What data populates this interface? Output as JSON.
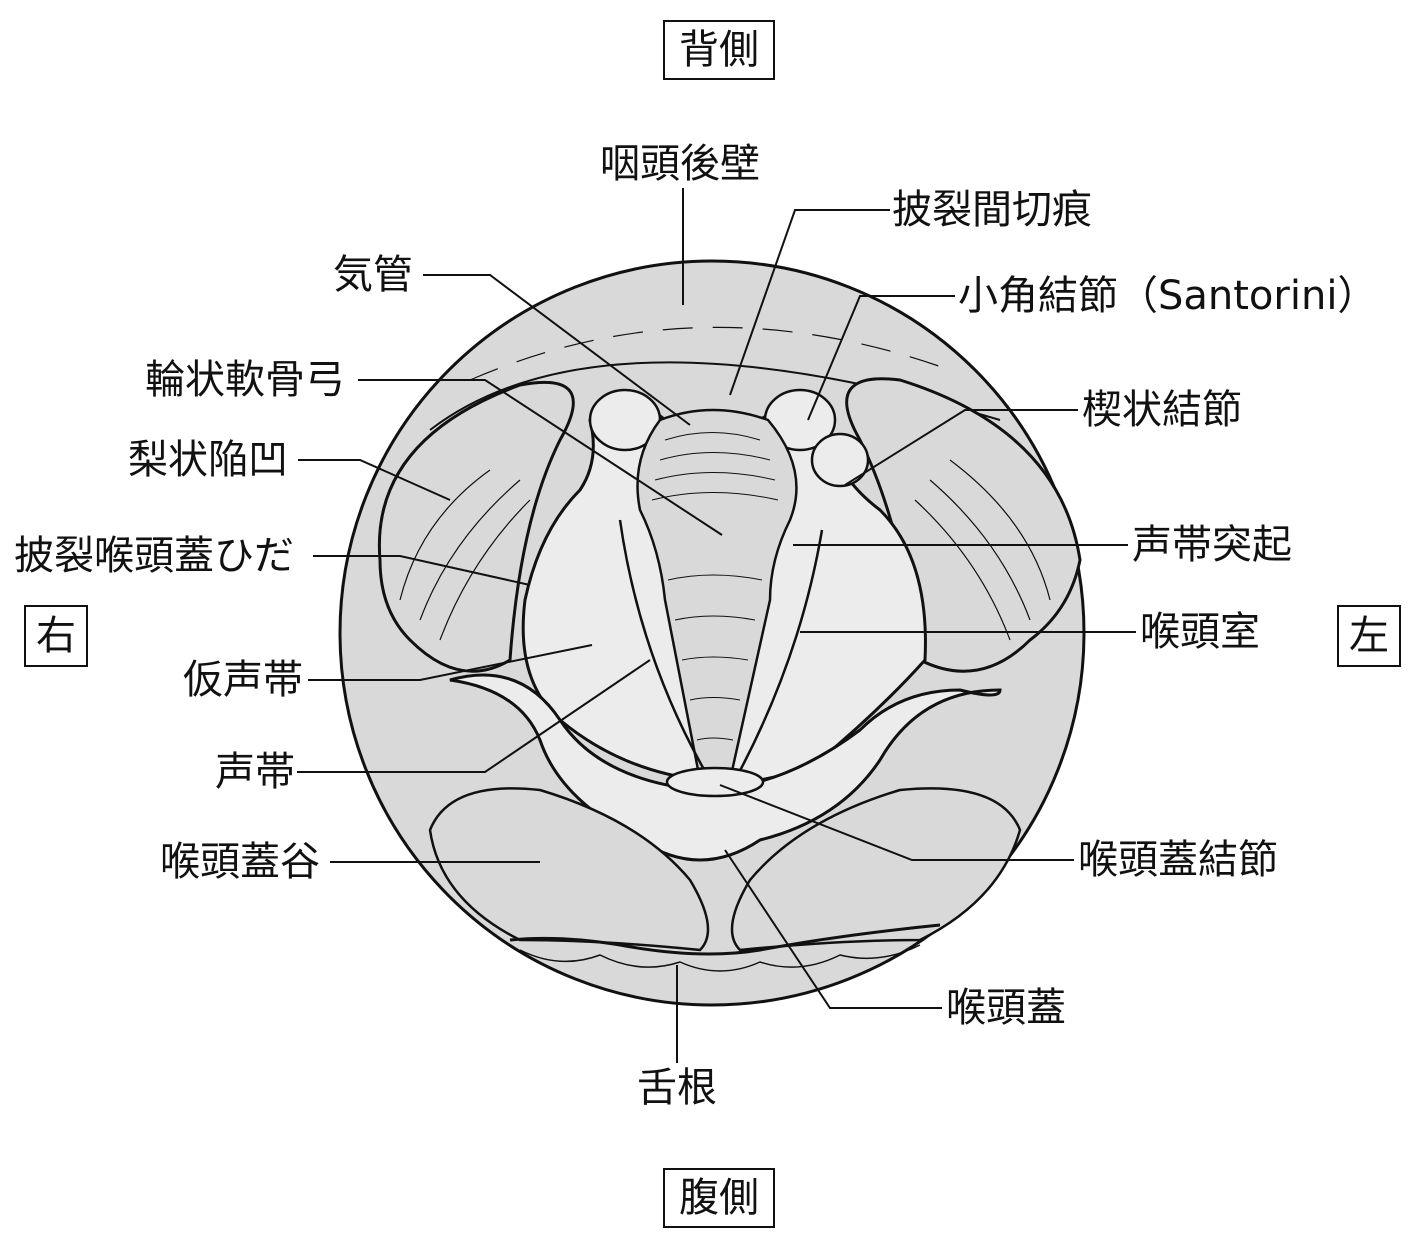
{
  "orientation": {
    "top": "背側",
    "bottom": "腹側",
    "left": "右",
    "right": "左"
  },
  "labels": {
    "pharynx_posterior_wall": "咽頭後壁",
    "interarytenoid_notch": "披裂間切痕",
    "trachea": "気管",
    "corniculate_tubercle": "小角結節（Santorini）",
    "cricoid_arch": "輪状軟骨弓",
    "cuneiform_tubercle": "楔状結節",
    "piriform_recess": "梨状陥凹",
    "vocal_process": "声帯突起",
    "aryepiglottic_fold": "披裂喉頭蓋ひだ",
    "laryngeal_ventricle": "喉頭室",
    "false_vocal_cord": "仮声帯",
    "vocal_cord": "声帯",
    "epiglottic_tubercle": "喉頭蓋結節",
    "vallecula": "喉頭蓋谷",
    "epiglottis": "喉頭蓋",
    "tongue_root": "舌根"
  },
  "colors": {
    "tissue_dark": "#d9d9d9",
    "tissue_light": "#ececec",
    "line": "#111111"
  }
}
